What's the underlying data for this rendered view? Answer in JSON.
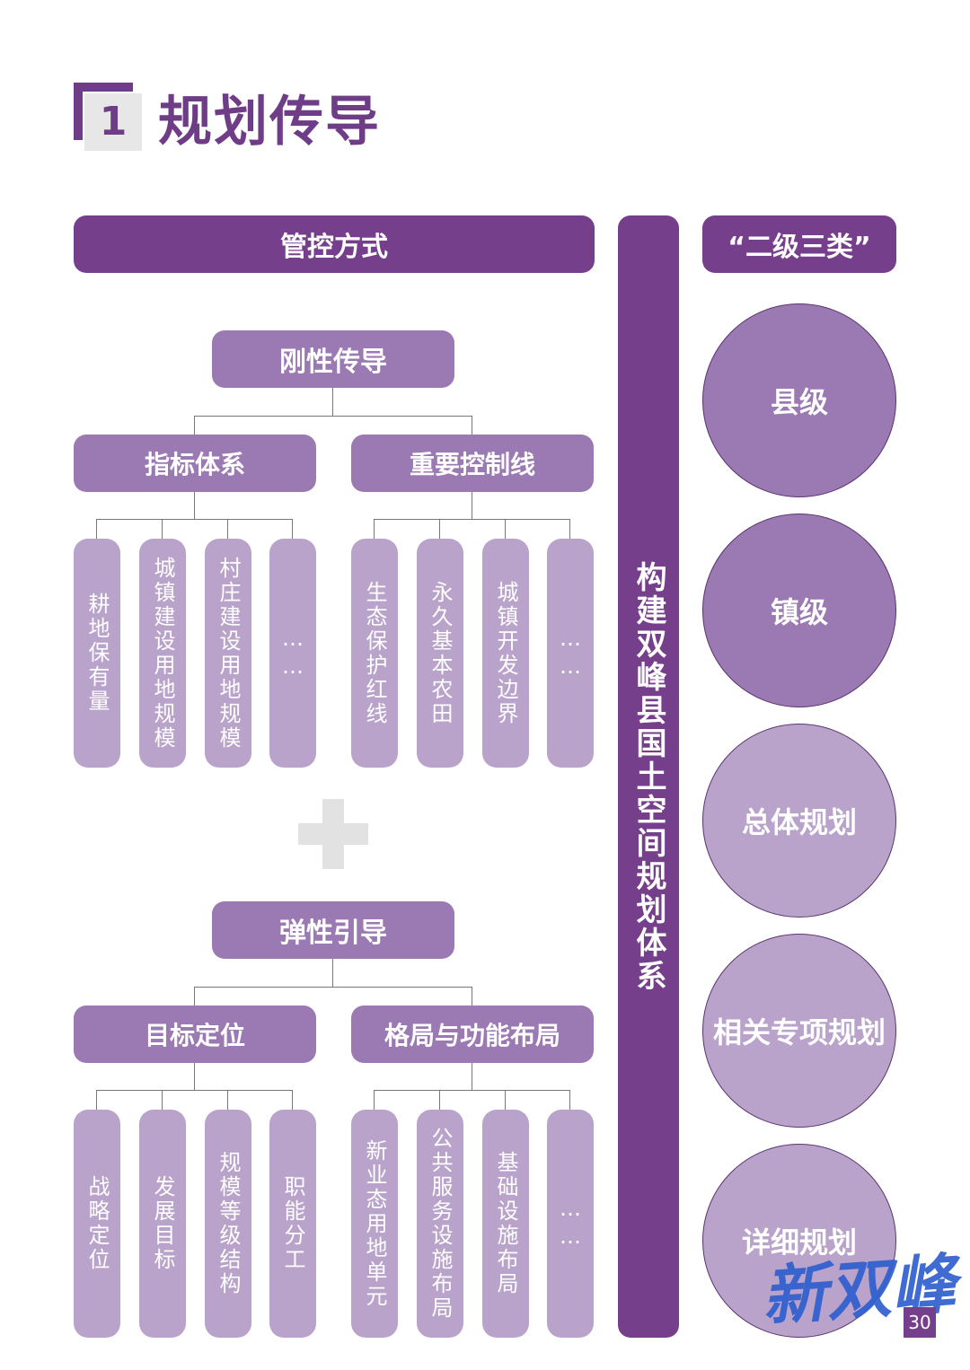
{
  "section": {
    "number": "1",
    "title": "规划传导"
  },
  "headers": {
    "control": "管控方式",
    "center": "构建双峰县国土空间规划体系",
    "category": "“二级三类”"
  },
  "rigid": {
    "title": "刚性传导",
    "groups": [
      {
        "label": "指标体系",
        "items": [
          "耕地保有量",
          "城镇建设用地规模",
          "村庄建设用地规模",
          "……"
        ]
      },
      {
        "label": "重要控制线",
        "items": [
          "生态保护红线",
          "永久基本农田",
          "城镇开发边界",
          "……"
        ]
      }
    ]
  },
  "flexible": {
    "title": "弹性引导",
    "groups": [
      {
        "label": "目标定位",
        "items": [
          "战略定位",
          "发展目标",
          "规模等级结构",
          "职能分工"
        ]
      },
      {
        "label": "格局与功能布局",
        "items": [
          "新业态用地单元",
          "公共服务设施布局",
          "基础设施布局",
          "……"
        ]
      }
    ]
  },
  "levels": [
    "县级",
    "镇级",
    "总体规划",
    "相关专项规划",
    "详细规划"
  ],
  "watermark": "新双峰",
  "page_number": "30",
  "colors": {
    "dark_purple": "#753f8c",
    "mid_purple": "#9b79b2",
    "light_purple": "#b9a3ca"
  }
}
